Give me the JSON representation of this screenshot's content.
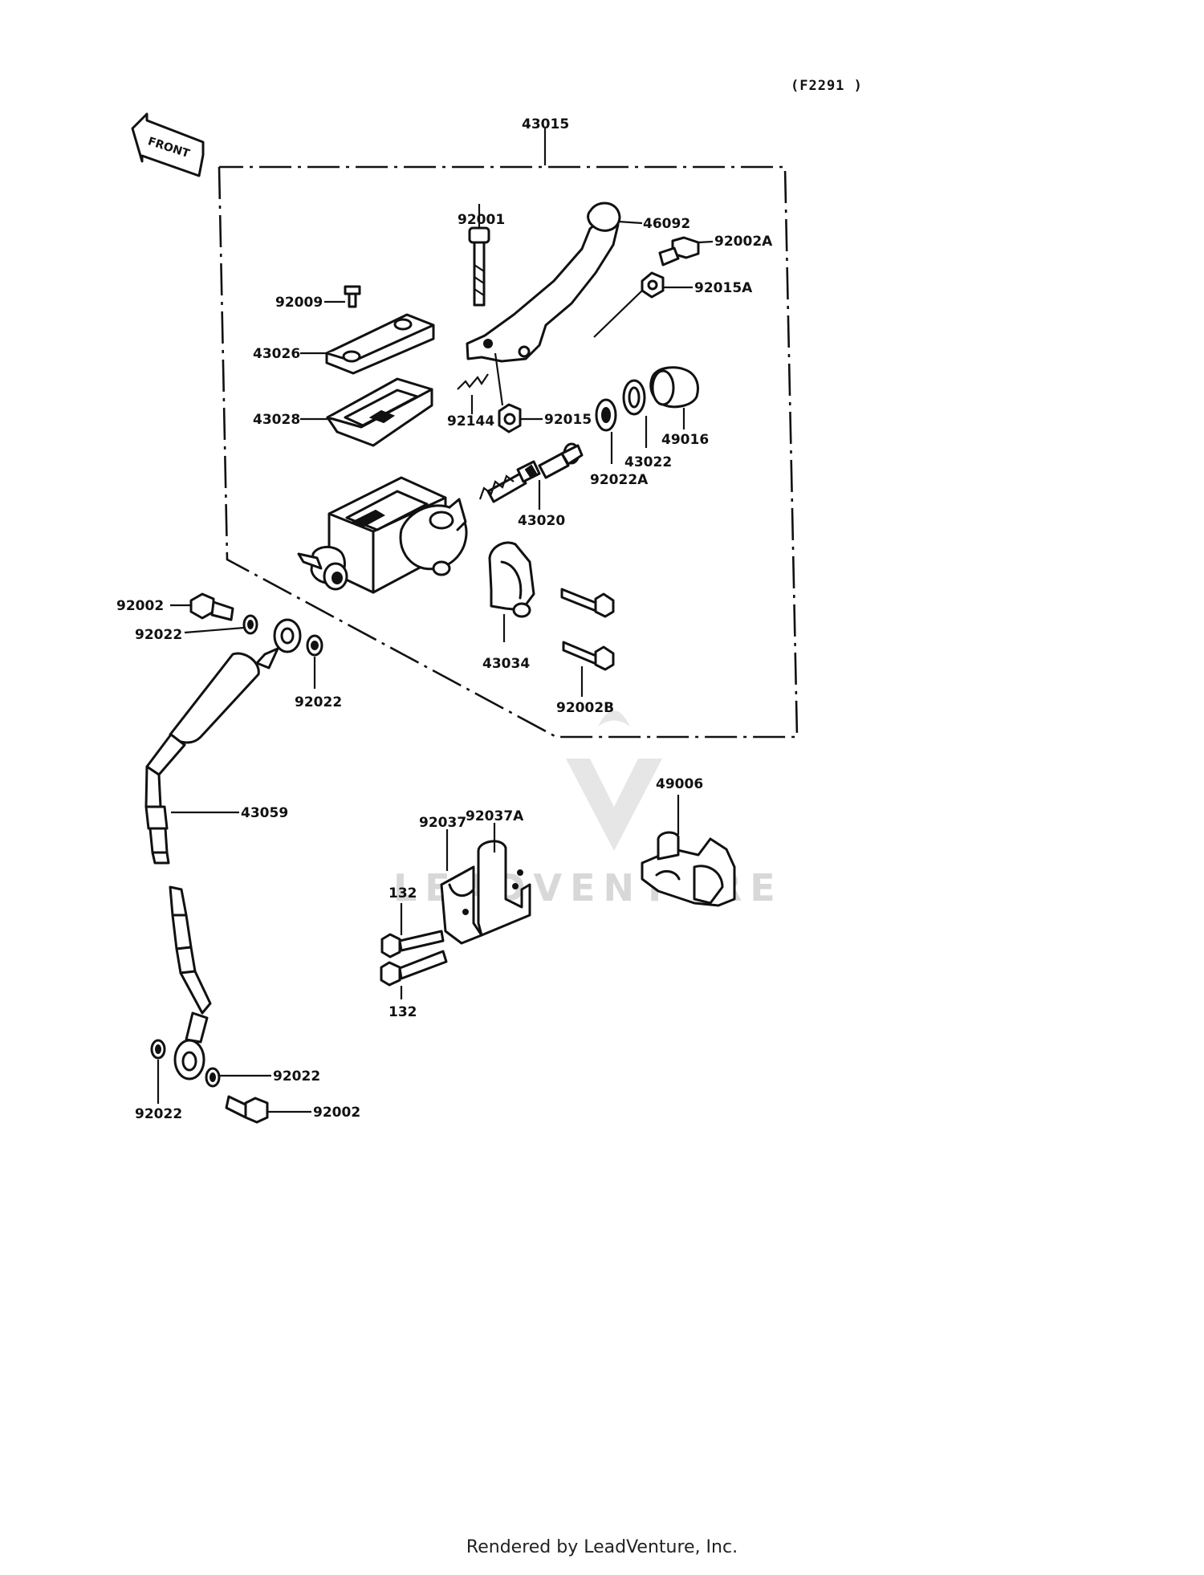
{
  "ref_code": "(F2291 )",
  "front_label": "FRONT",
  "watermark": "LEADVENTURE",
  "footer": "Rendered by LeadVenture, Inc.",
  "callouts": {
    "p43015": "43015",
    "p92001": "92001",
    "p46092": "46092",
    "p92002A": "92002A",
    "p92015A": "92015A",
    "p92009": "92009",
    "p43026": "43026",
    "p43028": "43028",
    "p92144": "92144",
    "p92015": "92015",
    "p49016": "49016",
    "p43022": "43022",
    "p92022A": "92022A",
    "p43020": "43020",
    "p92002_top": "92002",
    "p92022_a": "92022",
    "p92022_b": "92022",
    "p43034": "43034",
    "p92002B": "92002B",
    "p49006": "49006",
    "p43059": "43059",
    "p92037A": "92037A",
    "p92037": "92037",
    "p132_a": "132",
    "p132_b": "132",
    "p92022_c": "92022",
    "p92022_d": "92022",
    "p92002_bottom": "92002"
  }
}
